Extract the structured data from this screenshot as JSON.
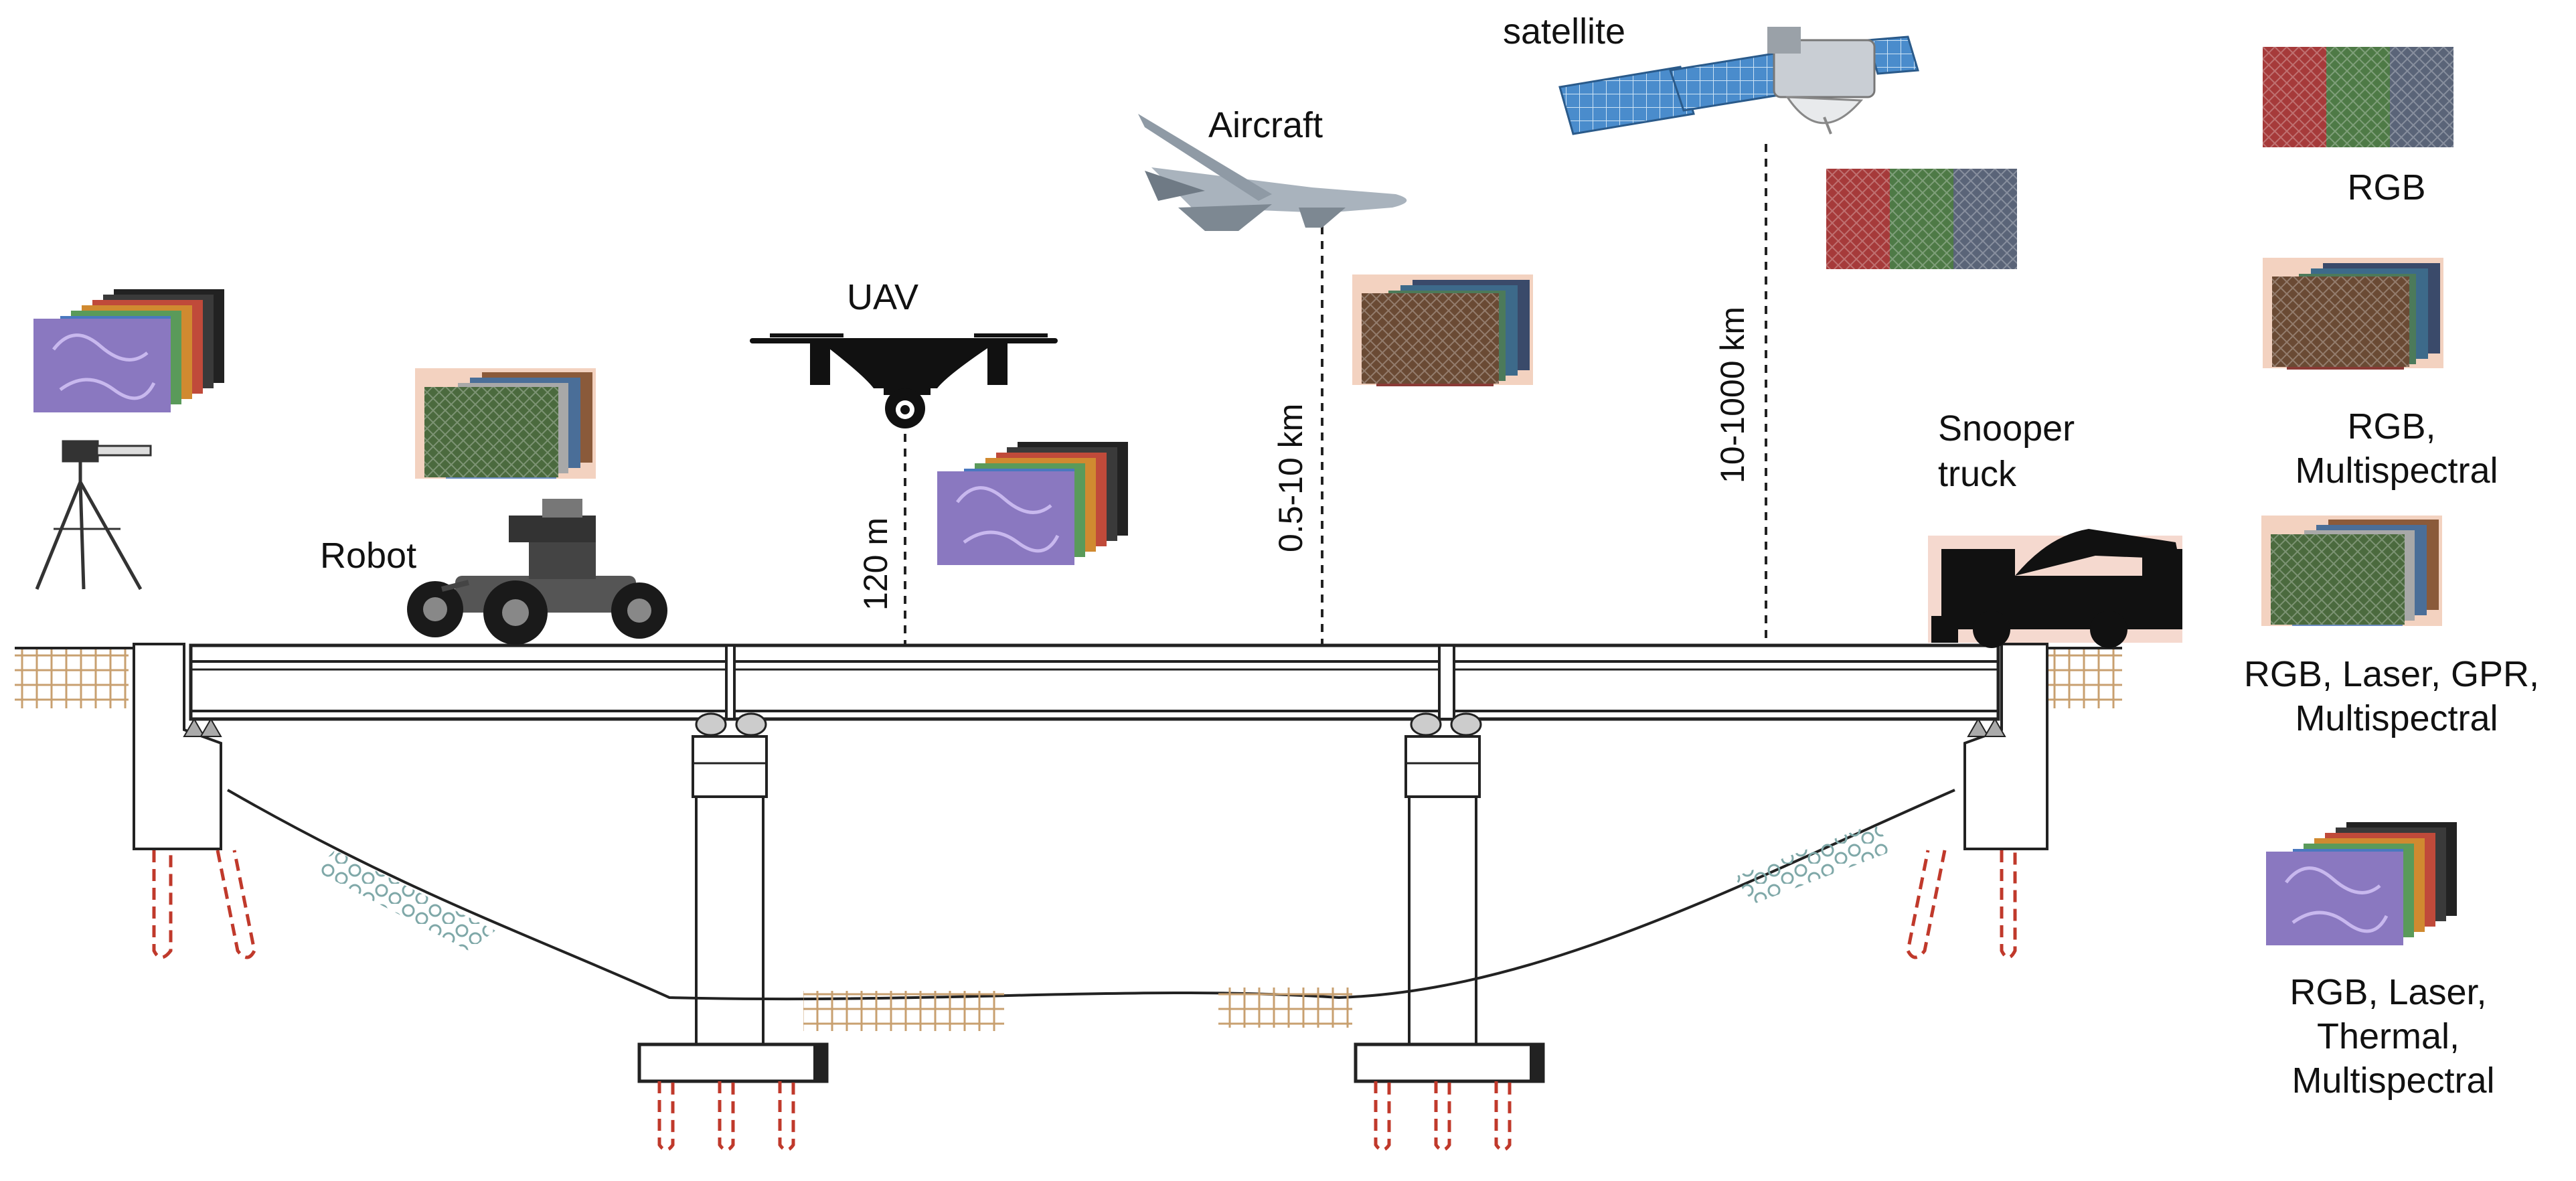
{
  "platforms": {
    "satellite": "satellite",
    "aircraft": "Aircraft",
    "uav": "UAV",
    "robot": "Robot",
    "snooper_line1": "Snooper",
    "snooper_line2": "truck"
  },
  "altitudes": {
    "uav": "120 m",
    "aircraft": "0.5-10 km",
    "satellite": "10-1000 km"
  },
  "legend": [
    {
      "lines": [
        "RGB"
      ]
    },
    {
      "lines": [
        "RGB,",
        "Multispectral"
      ]
    },
    {
      "lines": [
        "RGB, Laser, GPR,",
        "Multispectral"
      ]
    },
    {
      "lines": [
        "RGB, Laser,",
        "Thermal,",
        "Multispectral"
      ]
    }
  ],
  "colors": {
    "rgb_red": "#a63a3a",
    "rgb_green": "#4e7a46",
    "rgb_blue": "#5a6478",
    "pile_dashed": "#c0392b",
    "soil_hatch": "#c8a070",
    "structure_line": "#222222",
    "thermal_purple": "#8a78c0"
  },
  "icons": {
    "satellite": "satellite-icon",
    "aircraft": "aircraft-icon",
    "uav": "drone-icon",
    "robot": "robot-rover-icon",
    "tripod": "tripod-scanner-icon",
    "snooper": "snooper-truck-icon"
  }
}
